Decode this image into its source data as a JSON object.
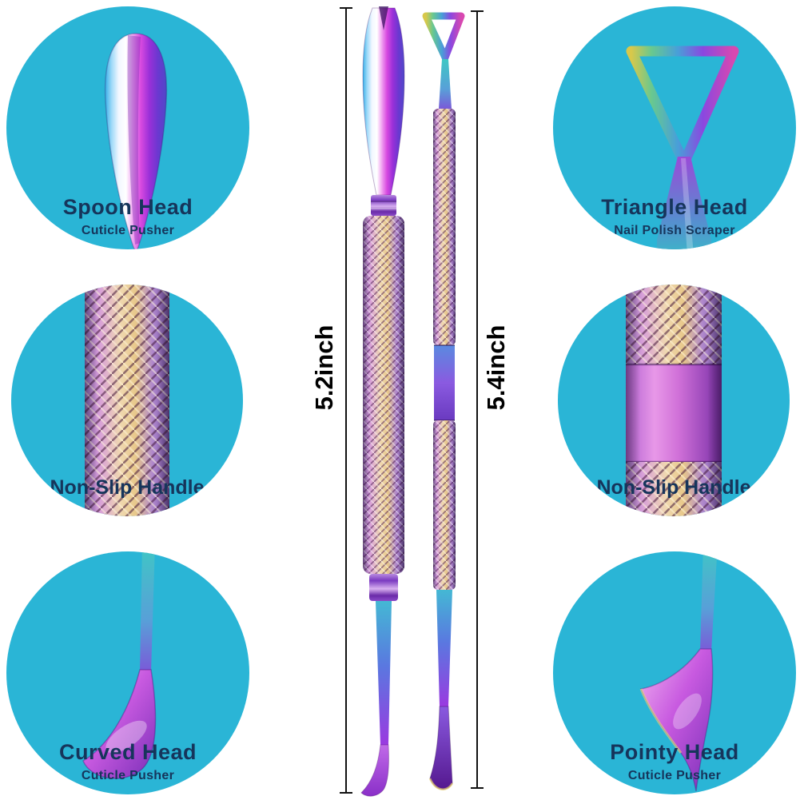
{
  "callouts": [
    {
      "id": "spoon-head",
      "title": "Spoon Head",
      "subtitle": "Cuticle Pusher"
    },
    {
      "id": "nonslip-handle-left",
      "title": "Non-Slip Handle"
    },
    {
      "id": "curved-head",
      "title": "Curved Head",
      "subtitle": "Cuticle Pusher"
    },
    {
      "id": "triangle-head",
      "title": "Triangle Head",
      "subtitle": "Nail Polish Scraper"
    },
    {
      "id": "nonslip-handle-right",
      "title": "Non-Slip Handle"
    },
    {
      "id": "pointy-head",
      "title": "Pointy Head",
      "subtitle": "Cuticle Pusher"
    }
  ],
  "measurements": {
    "left_tool": "5.2inch",
    "right_tool": "5.4inch"
  },
  "colors": {
    "circle_bg": "#2ab5d6",
    "label_text": "#16355b",
    "measure_text": "#000000",
    "tool_purple": "#9a30d8",
    "tool_magenta": "#d84ae0",
    "tool_teal": "#3fc0d0",
    "tool_gold": "#e0c878"
  }
}
